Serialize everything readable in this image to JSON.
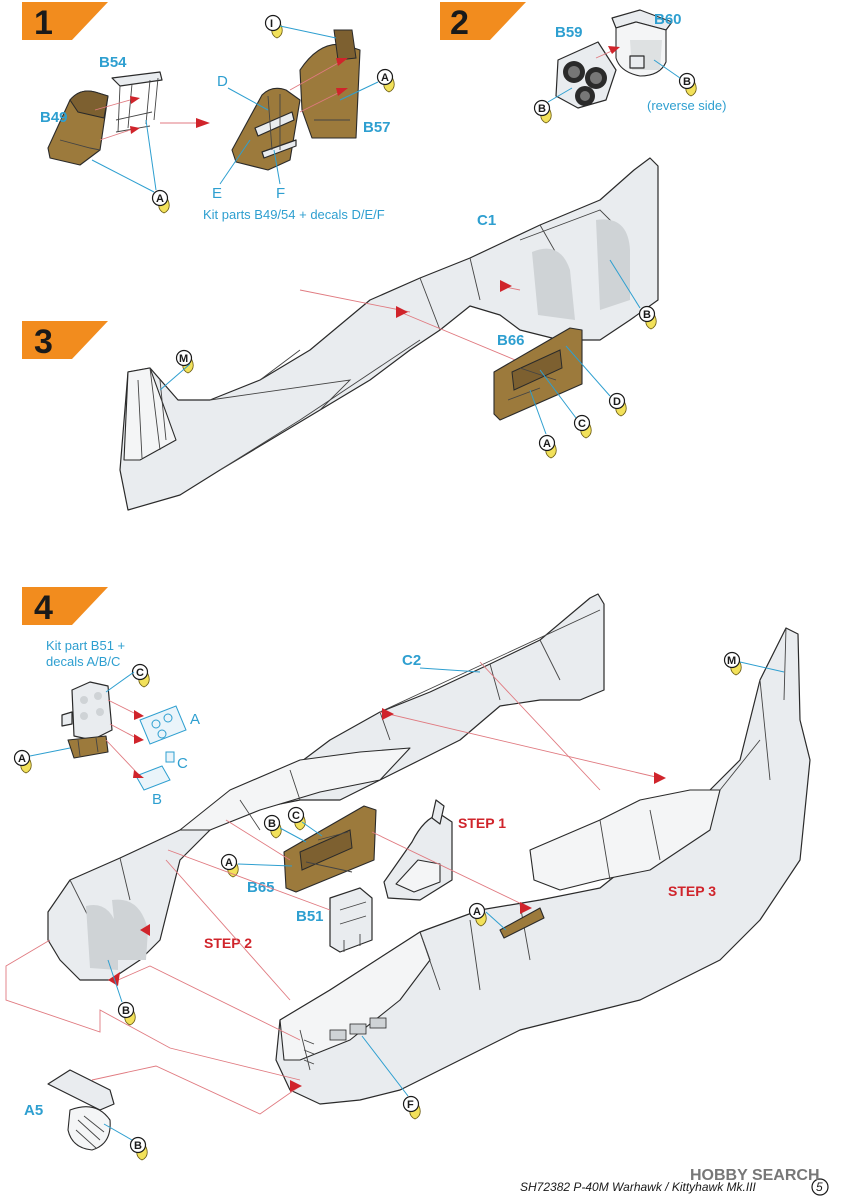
{
  "steps": [
    {
      "number": "1"
    },
    {
      "number": "2"
    },
    {
      "number": "3"
    },
    {
      "number": "4"
    }
  ],
  "step1": {
    "part_labels": [
      "B54",
      "B49",
      "D",
      "E",
      "F",
      "B57"
    ],
    "note": "Kit parts B49/54 + decals D/E/F",
    "paint_codes": [
      "I",
      "A",
      "A"
    ]
  },
  "step2": {
    "part_labels": [
      "B59",
      "B60"
    ],
    "note": "(reverse side)",
    "paint_codes": [
      "B",
      "B"
    ]
  },
  "step3": {
    "part_labels": [
      "C1",
      "B66"
    ],
    "paint_codes": [
      "B",
      "M",
      "D",
      "C",
      "A"
    ]
  },
  "step4": {
    "note_line1": "Kit part B51 +",
    "note_line2": "decals A/B/C",
    "part_labels": [
      "C2",
      "B65",
      "B51",
      "A5"
    ],
    "decal_labels": [
      "A",
      "C",
      "B"
    ],
    "callouts": [
      "STEP 1",
      "STEP 2",
      "STEP 3"
    ],
    "paint_codes": [
      "C",
      "A",
      "M",
      "B",
      "C",
      "A",
      "A",
      "B",
      "F",
      "B"
    ]
  },
  "footer": {
    "text": "SH72382  P-40M Warhawk / Kittyhawk Mk.III",
    "page_number": "5",
    "watermark": "HOBBY SEARCH"
  },
  "colors": {
    "step_badge": "#f28c1e",
    "part_label": "#2e9fd0",
    "callout_red": "#d0242b",
    "interior_olive": "#9c7a3c",
    "paint_drop": "#f2e15a"
  },
  "icons": [
    "paint-drop-icon",
    "red-arrow-icon"
  ]
}
